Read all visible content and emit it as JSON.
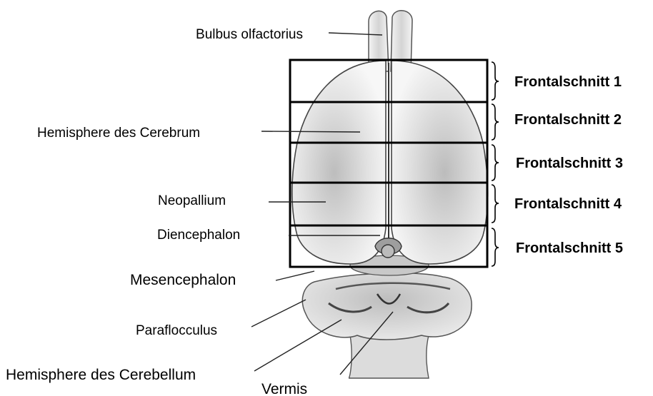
{
  "labels": {
    "bulbus": "Bulbus olfactorius",
    "hemisphere_cerebrum": "Hemisphere des Cerebrum",
    "neopallium": "Neopallium",
    "diencephalon": "Diencephalon",
    "mesencephalon": "Mesencephalon",
    "paraflocculus": "Paraflocculus",
    "hemisphere_cerebellum": "Hemisphere des Cerebellum",
    "vermis": "Vermis"
  },
  "sections": [
    "Frontalschnitt 1",
    "Frontalschnitt 2",
    "Frontalschnitt 3",
    "Frontalschnitt 4",
    "Frontalschnitt 5"
  ],
  "colors": {
    "line": "#000000",
    "tissue": "#d9d9d9"
  }
}
